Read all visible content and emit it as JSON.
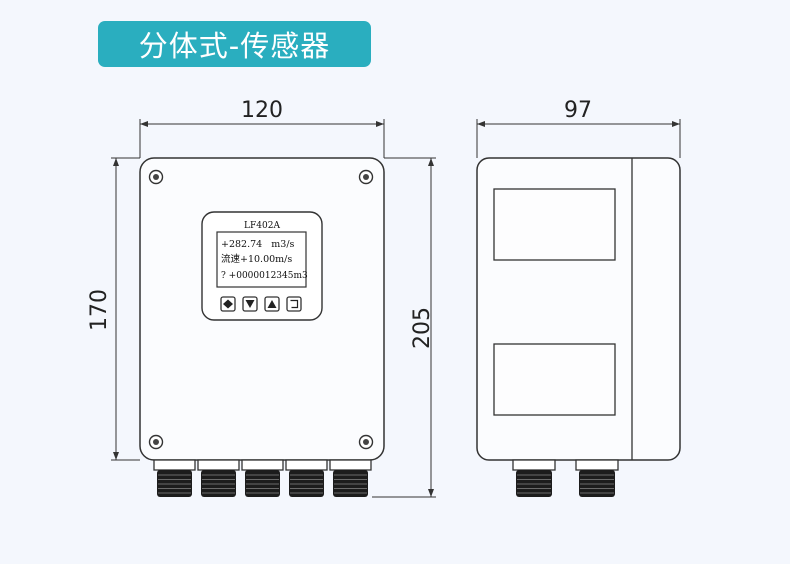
{
  "title": "分体式-传感器",
  "dimensions": {
    "front_width": "120",
    "front_height": "170",
    "total_height": "205",
    "side_depth": "97"
  },
  "display": {
    "model": "LF402A",
    "line1": "+282.74   m3/s",
    "line2": "流速+10.00m/s",
    "line3": "? +0000012345m3"
  },
  "keys": [
    {
      "icon": "diamond-icon"
    },
    {
      "icon": "arrow-down-icon"
    },
    {
      "icon": "arrow-up-icon"
    },
    {
      "icon": "enter-icon"
    }
  ],
  "colors": {
    "accent": "#2aaebf",
    "background": "#f4f7fd",
    "line": "#333333"
  }
}
